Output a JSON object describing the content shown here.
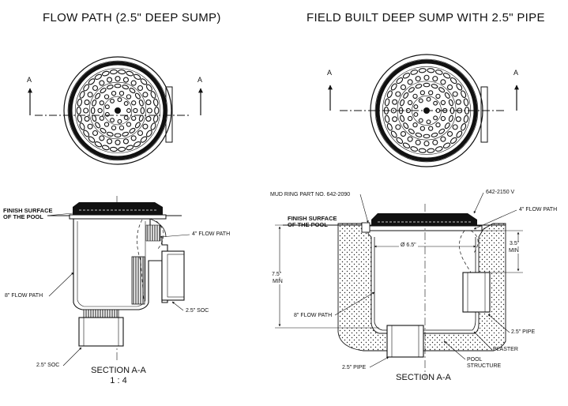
{
  "left": {
    "title": "FLOW PATH (2.5\" DEEP SUMP)",
    "section_marker": "A",
    "labels": {
      "finish_surface": "FINISH SURFACE",
      "of_the_pool": "OF THE POOL",
      "flow_4in": "4\" FLOW PATH",
      "flow_8in": "8\" FLOW PATH",
      "soc_right": "2.5\" SOC",
      "soc_bottom": "2.5\" SOC"
    },
    "section_title": "SECTION A-A",
    "scale": "1 : 4"
  },
  "right": {
    "title": "FIELD BUILT DEEP SUMP WITH 2.5\" PIPE",
    "section_marker": "A",
    "labels": {
      "mud_ring": "MUD RING PART NO. 642-2090",
      "part_642_2150": "642-2150 V",
      "flow_4in": "4\" FLOW PATH",
      "finish_surface": "FINISH SURFACE",
      "of_the_pool": "OF THE POOL",
      "dia": "Ø 6.5\"",
      "dim_3_5": "3.5\"",
      "dim_3_5_min": "MIN",
      "dim_7_5": "7.5\"",
      "dim_7_5_min": "MIN",
      "flow_8in": "8\" FLOW PATH",
      "pipe_right": "2.5\" PIPE",
      "plaster": "PLASTER",
      "pool": "POOL",
      "structure": "STRUCTURE",
      "pipe_bottom": "2.5\" PIPE"
    },
    "section_title": "SECTION A-A"
  }
}
